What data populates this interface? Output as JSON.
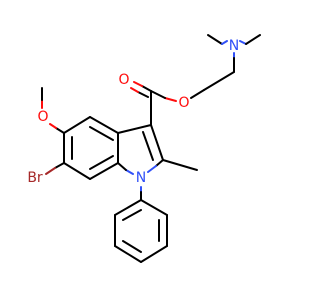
{
  "molecule": {
    "atoms": {
      "n_amine": {
        "text": "N",
        "color": "#3050f8"
      },
      "o_ester": {
        "text": "O",
        "color": "#ff0d0d"
      },
      "o_carbonyl": {
        "text": "O",
        "color": "#ff0d0d"
      },
      "o_methoxy": {
        "text": "O",
        "color": "#ff0d0d"
      },
      "n_indole": {
        "text": "N",
        "color": "#3050f8"
      },
      "br": {
        "text": "Br",
        "color": "#a62929"
      }
    }
  }
}
